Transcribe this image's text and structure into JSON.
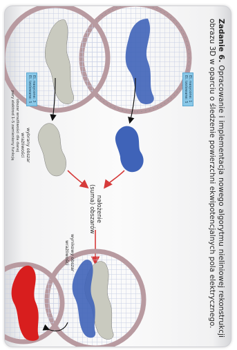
{
  "heading": {
    "lead": "Zadanie 6.",
    "text": "Opracowanie i implementacja nowego algorytmu nieliniowej rekonstrukcji obrazu 3D w oparciu o śledzenie powierzchni ekwipotencjalnych pola elektrycznego."
  },
  "badges": {
    "top": {
      "line1": "El. nasycone: 1",
      "line2": "El. izolowane: 5"
    },
    "bottom": {
      "line1": "El. nasycone: 3",
      "line2": "El. izolowane: 5"
    }
  },
  "labels": {
    "overlay": {
      "line1": "nałożenie",
      "line2": "(suma) obszarów"
    },
    "selected": {
      "line1": "wybrany obszar",
      "line2": "wrażliwości"
    },
    "resulting": {
      "line1": "wynikowy obszar",
      "line2": "wrażliwości"
    },
    "note": {
      "line1": "obszar wrażliwości dla danej",
      "line2": "pary elektrod 1–5 zamieniony funkcją"
    }
  },
  "colors": {
    "blue": "#3f63b8",
    "gray": "#c9cabf",
    "red": "#d81e1e",
    "arrow_red": "#d63a3a",
    "ring": "#b89aa0"
  }
}
